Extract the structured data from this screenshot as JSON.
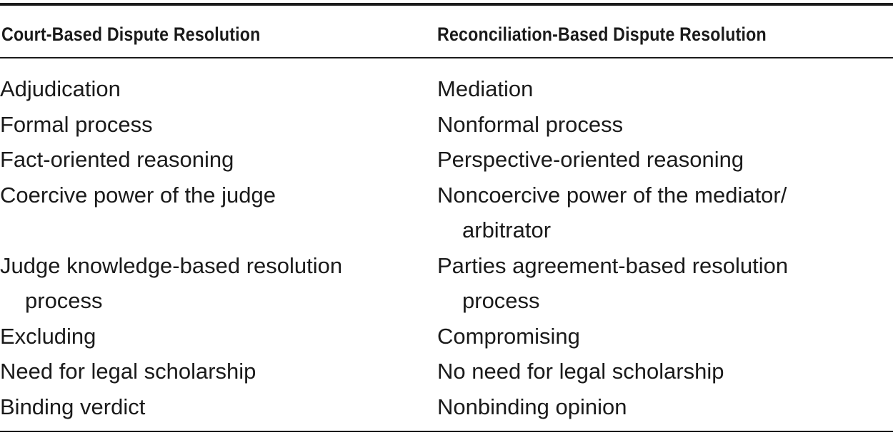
{
  "table": {
    "headers": [
      "Court-Based Dispute Resolution",
      "Reconciliation-Based Dispute Resolution"
    ],
    "rows": [
      {
        "court": "Adjudication",
        "reconciliation": "Mediation"
      },
      {
        "court": "Formal process",
        "reconciliation": "Nonformal process"
      },
      {
        "court": "Fact-oriented reasoning",
        "reconciliation": "Perspective-oriented reasoning"
      },
      {
        "court": "Coercive power of the judge",
        "reconciliation": "Noncoercive power of the mediator/ arbitrator"
      },
      {
        "court": "Judge knowledge-based resolution process",
        "reconciliation": "Parties agreement-based resolution process"
      },
      {
        "court": "Excluding",
        "reconciliation": "Compromising"
      },
      {
        "court": "Need for legal scholarship",
        "reconciliation": "No need for legal scholarship"
      },
      {
        "court": "Binding verdict",
        "reconciliation": "Nonbinding opinion"
      }
    ]
  }
}
